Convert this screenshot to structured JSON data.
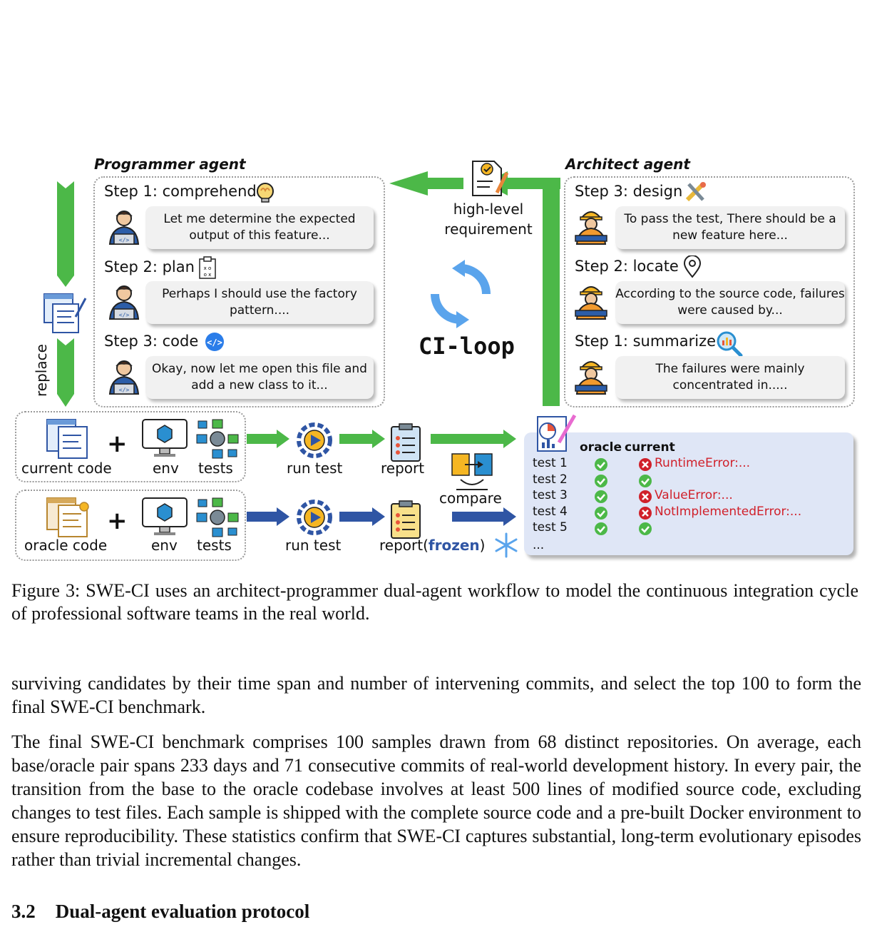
{
  "figure": {
    "programmer_title": "Programmer agent",
    "architect_title": "Architect agent",
    "programmer_steps": [
      {
        "label": "Step 1: comprehend",
        "bubble": "Let me determine the expected output of this feature..."
      },
      {
        "label": "Step 2: plan",
        "bubble": "Perhaps I should use the factory pattern...."
      },
      {
        "label": "Step 3: code",
        "bubble": "Okay, now let me open this file and add a new class to it..."
      }
    ],
    "architect_steps": [
      {
        "label": "Step 3: design",
        "bubble": "To pass the test, There should be a new feature here..."
      },
      {
        "label": "Step 2: locate",
        "bubble": "According to the source code, failures were caused by..."
      },
      {
        "label": "Step 1: summarize",
        "bubble": "The failures were mainly concentrated in....."
      }
    ],
    "high_level_requirement": "high-level requirement",
    "ci_loop": "CI-loop",
    "replace": "replace",
    "current_code": "current code",
    "oracle_code": "oracle code",
    "plus": "+",
    "env": "env",
    "tests": "tests",
    "run_test": "run test",
    "report": "report",
    "report_frozen_prefix": "report(",
    "report_frozen_word": "frozen",
    "report_frozen_suffix": ")",
    "compare": "compare",
    "table": {
      "col_oracle": "oracle",
      "col_current": "current",
      "rows": [
        {
          "name": "test 1",
          "oracle": "pass",
          "current": "fail",
          "error": "RuntimeError:..."
        },
        {
          "name": "test 2",
          "oracle": "pass",
          "current": "pass",
          "error": ""
        },
        {
          "name": "test 3",
          "oracle": "pass",
          "current": "fail",
          "error": "ValueError:..."
        },
        {
          "name": "test 4",
          "oracle": "pass",
          "current": "fail",
          "error": "NotImplementedError:..."
        },
        {
          "name": "test 5",
          "oracle": "pass",
          "current": "pass",
          "error": ""
        }
      ],
      "ellipsis": "..."
    },
    "colors": {
      "green_arrow": "#4cb848",
      "blue_arrow": "#2f55a4",
      "table_bg": "#dfe6f6",
      "error_red": "#d0202a",
      "frozen_blue": "#2f55a4"
    }
  },
  "caption": "Figure 3: SWE-CI uses an architect-programmer dual-agent workflow to model the continuous integration cycle of professional software teams in the real world.",
  "paragraphs": [
    "surviving candidates by their time span and number of intervening commits, and select the top 100 to form the final SWE-CI benchmark.",
    "The final SWE-CI benchmark comprises 100 samples drawn from 68 distinct repositories. On average, each base/oracle pair spans 233 days and 71 consecutive commits of real-world development history. In every pair, the transition from the base to the oracle codebase involves at least 500 lines of modified source code, excluding changes to test files. Each sample is shipped with the complete source code and a pre-built Docker environment to ensure reproducibility. These statistics confirm that SWE-CI captures substantial, long-term evolutionary episodes rather than trivial incremental changes."
  ],
  "section": {
    "number": "3.2",
    "title": "Dual-agent evaluation protocol"
  }
}
